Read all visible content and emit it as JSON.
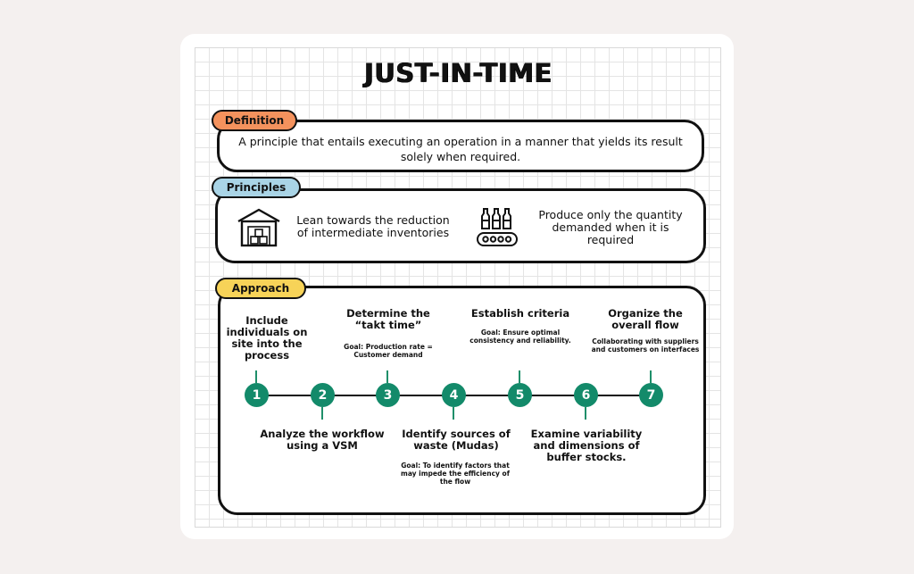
{
  "title": "JUST-IN-TIME",
  "definition": {
    "tag": "Definition",
    "text": "A principle that entails executing an operation in a manner that yields its result solely when required."
  },
  "principles": {
    "tag": "Principles",
    "items": [
      {
        "icon": "warehouse-icon",
        "text": "Lean towards the reduction of intermediate inventories"
      },
      {
        "icon": "conveyor-bottles-icon",
        "text": "Produce only the quantity demanded when it is required"
      }
    ]
  },
  "approach": {
    "tag": "Approach",
    "steps": [
      {
        "number": "1",
        "title": "Include individuals on site into the process",
        "goal": ""
      },
      {
        "number": "2",
        "title": "Analyze the workflow using a VSM",
        "goal": ""
      },
      {
        "number": "3",
        "title": "Determine the “takt time”",
        "goal": "Goal: Production rate = Customer demand"
      },
      {
        "number": "4",
        "title": "Identify sources of waste (Mudas)",
        "goal": "Goal: To identify factors that may impede the efficiency of the flow"
      },
      {
        "number": "5",
        "title": "Establish criteria",
        "goal": "Goal: Ensure optimal consistency and reliability."
      },
      {
        "number": "6",
        "title": "Examine variability and dimensions of buffer stocks.",
        "goal": ""
      },
      {
        "number": "7",
        "title": "Organize the overall flow",
        "goal": "Collaborating with suppliers and customers on interfaces"
      }
    ]
  },
  "colors": {
    "definition_tag": "#f4925d",
    "principles_tag": "#a9d4e6",
    "approach_tag": "#f7d358",
    "node": "#138a6a"
  }
}
